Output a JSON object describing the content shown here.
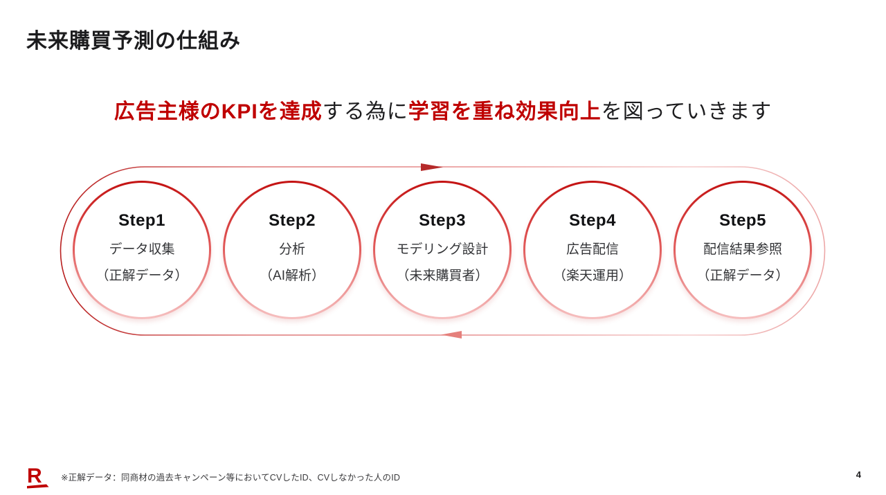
{
  "slide": {
    "title": "未来購買予測の仕組み",
    "headline": {
      "segments": [
        {
          "text": "広告主様のKPIを達成",
          "emphasis": true
        },
        {
          "text": "する為に",
          "emphasis": false
        },
        {
          "text": "学習を重ね効果向上",
          "emphasis": true
        },
        {
          "text": "を図っていきます",
          "emphasis": false
        }
      ]
    },
    "cycle": {
      "direction": "clockwise",
      "steps": [
        {
          "label": "Step1",
          "line1": "データ収集",
          "line2": "（正解データ）"
        },
        {
          "label": "Step2",
          "line1": "分析",
          "line2": "（AI解析）"
        },
        {
          "label": "Step3",
          "line1": "モデリング設計",
          "line2": "（未来購買者）"
        },
        {
          "label": "Step4",
          "line1": "広告配信",
          "line2": "（楽天運用）"
        },
        {
          "label": "Step5",
          "line1": "配信結果参照",
          "line2": "（正解データ）"
        }
      ]
    },
    "footnote": "※正解データ：同商材の過去キャンペーン等においてCVしたID、CVしなかった人のID",
    "page_number": "4",
    "logo_letter": "R",
    "colors": {
      "accent_red": "#bf0000",
      "text_dark": "#1d1d1f",
      "circle_border_top": "#c31111",
      "circle_border_bottom": "#f6c0c0",
      "loop_dark": "#b81f1f",
      "loop_light": "#f5cccc",
      "arrow_forward": "#b52a2a",
      "arrow_return": "#e5807c"
    }
  }
}
